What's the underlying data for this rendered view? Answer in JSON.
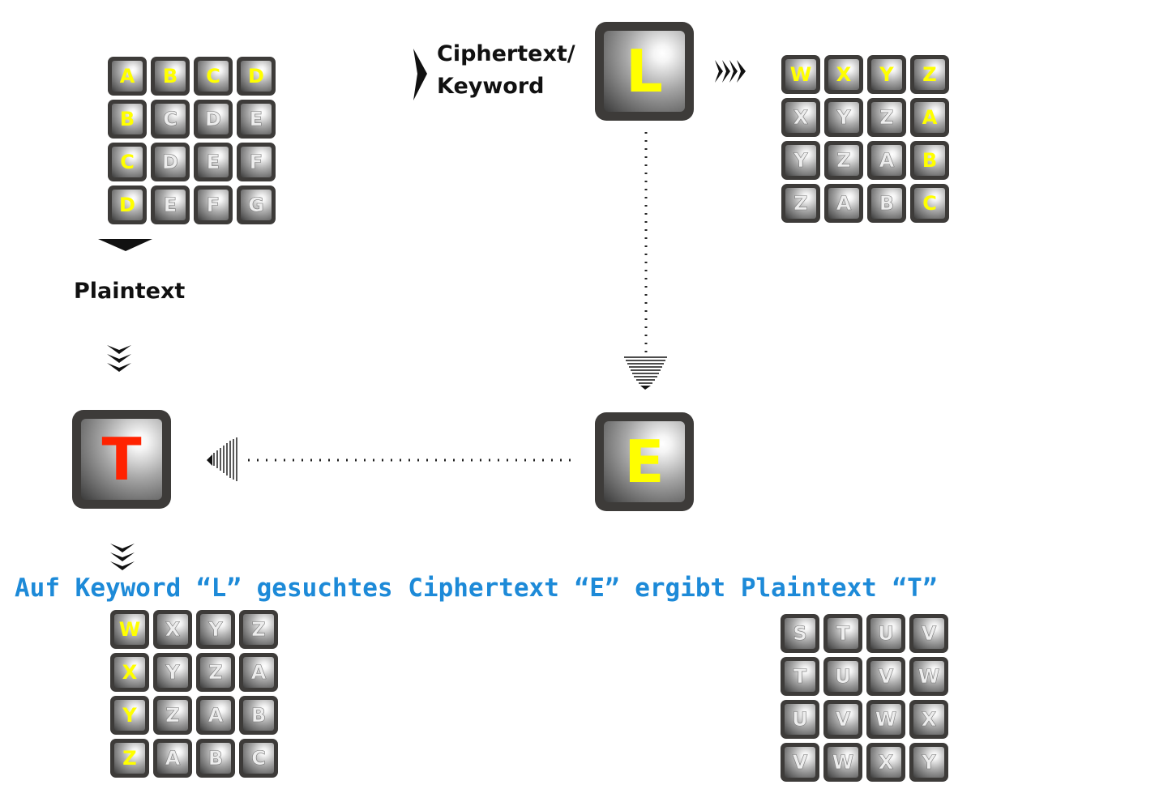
{
  "labels": {
    "ciphertext_line1": "Ciphertext/",
    "ciphertext_line2": "Keyword",
    "plaintext": "Plaintext"
  },
  "caption": "Auf Keyword “L” gesuchtes Ciphertext “E” ergibt Plaintext “T”",
  "keys": {
    "keyword": "L",
    "ciphertext": "E",
    "plaintext": "T"
  },
  "colors": {
    "highlight": "#ffff00",
    "plaintext_key": "#ff2200",
    "caption": "#1d8ad8",
    "key_frame": "#3d3b39"
  },
  "grids": {
    "top_left": {
      "rows": [
        [
          "A",
          "B",
          "C",
          "D"
        ],
        [
          "B",
          "C",
          "D",
          "E"
        ],
        [
          "C",
          "D",
          "E",
          "F"
        ],
        [
          "D",
          "E",
          "F",
          "G"
        ]
      ],
      "highlight": [
        [
          0,
          0
        ],
        [
          0,
          1
        ],
        [
          0,
          2
        ],
        [
          0,
          3
        ],
        [
          1,
          0
        ],
        [
          2,
          0
        ],
        [
          3,
          0
        ]
      ]
    },
    "top_right": {
      "rows": [
        [
          "W",
          "X",
          "Y",
          "Z"
        ],
        [
          "X",
          "Y",
          "Z",
          "A"
        ],
        [
          "Y",
          "Z",
          "A",
          "B"
        ],
        [
          "Z",
          "A",
          "B",
          "C"
        ]
      ],
      "highlight": [
        [
          0,
          0
        ],
        [
          0,
          1
        ],
        [
          0,
          2
        ],
        [
          0,
          3
        ],
        [
          1,
          3
        ],
        [
          2,
          3
        ],
        [
          3,
          3
        ]
      ]
    },
    "bottom_left": {
      "rows": [
        [
          "W",
          "X",
          "Y",
          "Z"
        ],
        [
          "X",
          "Y",
          "Z",
          "A"
        ],
        [
          "Y",
          "Z",
          "A",
          "B"
        ],
        [
          "Z",
          "A",
          "B",
          "C"
        ]
      ],
      "highlight": [
        [
          0,
          0
        ],
        [
          1,
          0
        ],
        [
          2,
          0
        ],
        [
          3,
          0
        ]
      ]
    },
    "bottom_right": {
      "rows": [
        [
          "S",
          "T",
          "U",
          "V"
        ],
        [
          "T",
          "U",
          "V",
          "W"
        ],
        [
          "U",
          "V",
          "W",
          "X"
        ],
        [
          "V",
          "W",
          "X",
          "Y"
        ]
      ],
      "highlight": []
    }
  }
}
